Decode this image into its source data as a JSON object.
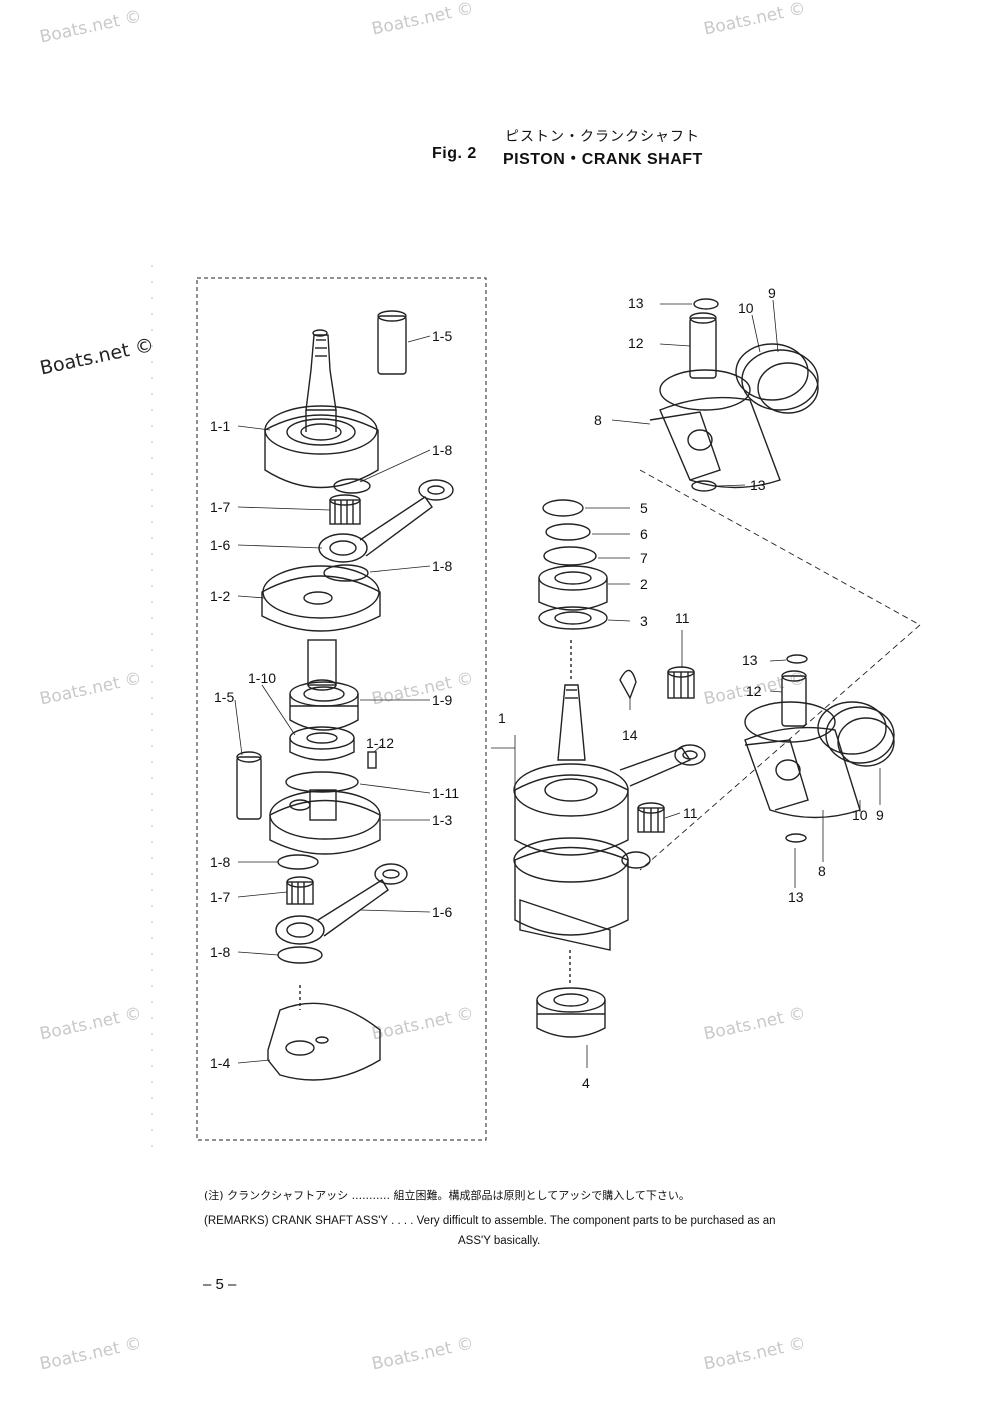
{
  "watermark": "Boats.net ©",
  "header": {
    "title_ja": "ピストン・クランクシャフト",
    "fig_label": "Fig. 2",
    "title_en": "PISTON・CRANK SHAFT"
  },
  "labels": {
    "l1_1": "1-1",
    "l1_2": "1-2",
    "l1_3": "1-3",
    "l1_4": "1-4",
    "l1_5a": "1-5",
    "l1_5b": "1-5",
    "l1_6a": "1-6",
    "l1_6b": "1-6",
    "l1_7a": "1-7",
    "l1_7b": "1-7",
    "l1_8a": "1-8",
    "l1_8b": "1-8",
    "l1_8c": "1-8",
    "l1_8d": "1-8",
    "l1_9": "1-9",
    "l1_10": "1-10",
    "l1_11": "1-11",
    "l1_12": "1-12",
    "l1": "1",
    "l2": "2",
    "l3": "3",
    "l4": "4",
    "l5": "5",
    "l6": "6",
    "l7": "7",
    "l8a": "8",
    "l8b": "8",
    "l9a": "9",
    "l9b": "9",
    "l10a": "10",
    "l10b": "10",
    "l11a": "11",
    "l11b": "11",
    "l12a": "12",
    "l12b": "12",
    "l13a": "13",
    "l13b": "13",
    "l13c": "13",
    "l13d": "13",
    "l14": "14"
  },
  "notes": {
    "ja": "(注) クランクシャフトアッシ ........... 組立困難。構成部品は原則としてアッシで購入して下さい。",
    "en_line1": "(REMARKS) CRANK SHAFT ASS'Y . . . . Very difficult to assemble. The component parts to be purchased as an",
    "en_line2": "ASS'Y basically."
  },
  "page_number": "– 5 –"
}
